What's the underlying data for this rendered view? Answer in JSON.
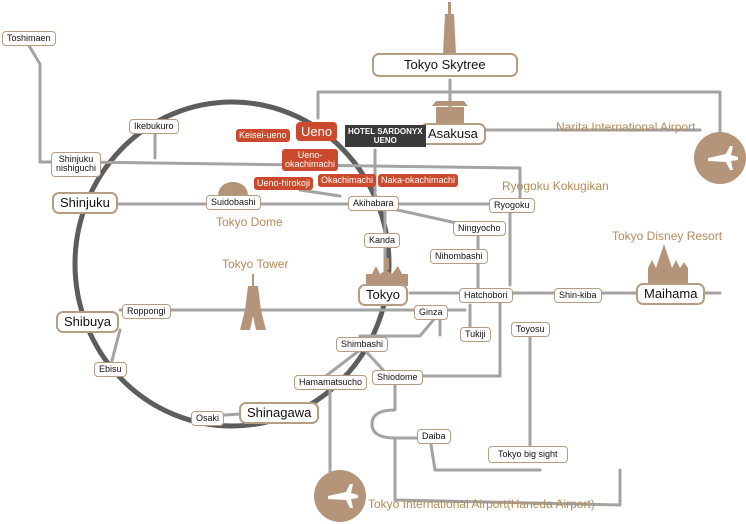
{
  "title": "",
  "colors": {
    "rail": "#a3a3a3",
    "loop": "#5d5d5d",
    "accent": "#cb4a2d",
    "landmark": "#b58a58",
    "hotel": "#3a3a3a"
  },
  "hotel": {
    "line1": "HOTEL SARDONYX",
    "line2": "UENO"
  },
  "major_stations": {
    "tokyo_skytree": "Tokyo Skytree",
    "asakusa": "Asakusa",
    "shinjuku": "Shinjuku",
    "shibuya": "Shibuya",
    "tokyo": "Tokyo",
    "shinagawa": "Shinagawa",
    "maihama": "Maihama",
    "ueno": "Ueno"
  },
  "stations": {
    "toshimaen": "Toshimaen",
    "ikebukuro": "Ikebukuro",
    "shinjuku_nishiguchi_1": "Shinjuku",
    "shinjuku_nishiguchi_2": "nishiguchi",
    "suidobashi": "Suidobashi",
    "akihabara": "Akihabara",
    "ryogoku": "Ryogoku",
    "kanda": "Kanda",
    "ningyocho": "Ningyocho",
    "nihombashi": "Nihombashi",
    "hatchobori": "Hatchobori",
    "shin_kiba": "Shin-kiba",
    "roppongi": "Roppongi",
    "ginza": "Ginza",
    "tukiji": "Tukiji",
    "toyosu": "Toyosu",
    "shimbashi": "Shimbashi",
    "ebisu": "Ebisu",
    "hamamatsucho": "Hamamatsucho",
    "shiodome": "Shiodome",
    "osaki": "Osaki",
    "daiba": "Daiba",
    "tokyo_big_sight": "Tokyo big sight"
  },
  "red_stations": {
    "keisei_ueno": "Keisei-ueno",
    "ueno_okachimachi_1": "Ueno-",
    "ueno_okachimachi_2": "okachimachi",
    "ueno_hirokoji": "Ueno-hirokoji",
    "okachimachi": "Okachimachi",
    "naka_okachimachi": "Naka-okachimachi"
  },
  "landmarks": {
    "narita": "Narita International Airport",
    "ryogoku_kokugikan": "Ryogoku Kokugikan",
    "tokyo_dome": "Tokyo Dome",
    "tokyo_disney": "Tokyo Disney Resort",
    "tokyo_tower": "Tokyo Tower",
    "haneda": "Tokyo International Airport(Haneda Airport)"
  },
  "icons": [
    "airplane-icon",
    "skytree-icon",
    "asakusa-gate-icon",
    "tokyo-dome-icon",
    "tokyo-tower-icon",
    "tokyo-station-icon",
    "disney-castle-icon"
  ]
}
